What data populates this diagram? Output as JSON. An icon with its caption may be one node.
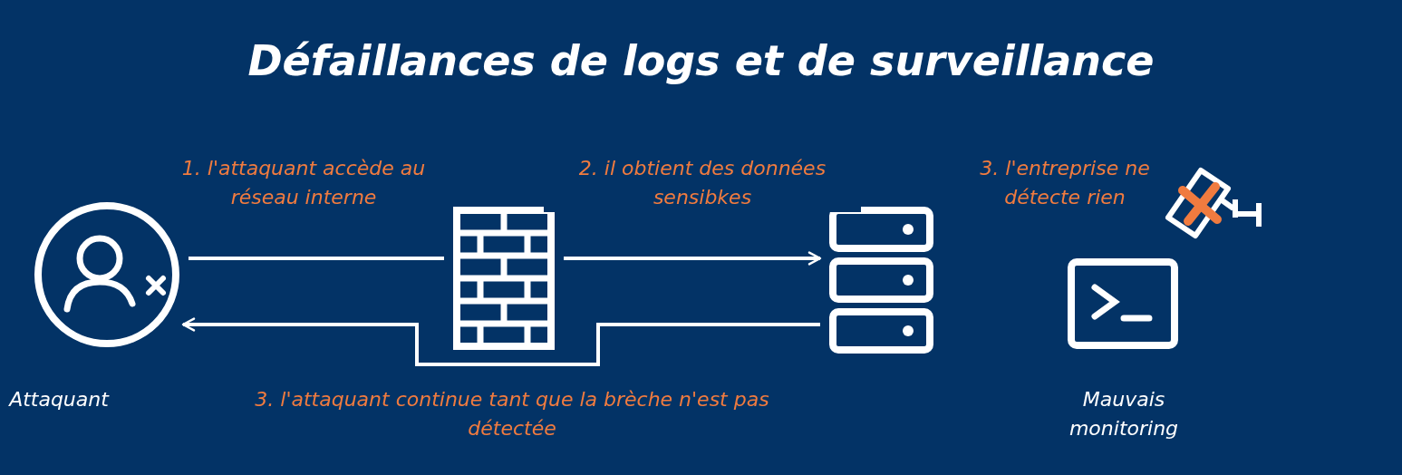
{
  "diagram": {
    "title": "Défaillances de logs et de surveillance",
    "nodes": [
      {
        "text": [],
        "shape": "person",
        "beside": [
          "Attaquant"
        ]
      },
      {
        "text": [],
        "shape": "wall"
      },
      {
        "text": [],
        "shape": "server"
      },
      {
        "text": [],
        "shape": "monitor",
        "beside": [
          "Mauvais monitoring"
        ]
      }
    ],
    "edges": [
      {
        "from": 0,
        "to": 1,
        "arrow": "none",
        "label": "1. l'attaquant accède au réseau interne"
      },
      {
        "from": 1,
        "to": 2,
        "arrow": "to",
        "label": "2. il obtient des données sensibkes"
      },
      {
        "from": 2,
        "to": 0,
        "arrow": "to",
        "label": "3. l'attaquant continue tant que la brèche n'est pas détectée"
      }
    ],
    "labels": [
      "3. l'entreprise ne détecte rien"
    ]
  }
}
